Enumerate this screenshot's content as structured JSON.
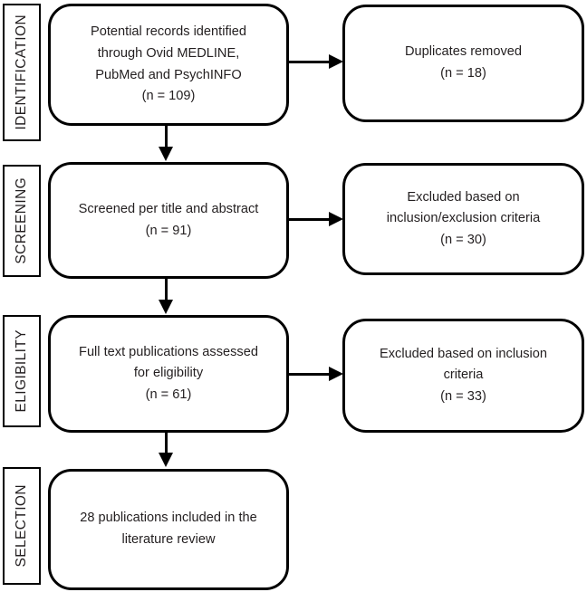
{
  "diagram": {
    "title": "PRISMA study selection flow diagram",
    "type": "flowchart",
    "colors": {
      "stroke": "#000000",
      "text": "#231f20",
      "background": "#ffffff"
    },
    "stages": [
      {
        "id": "identification",
        "label": "IDENTIFICATION"
      },
      {
        "id": "screening",
        "label": "SCREENING"
      },
      {
        "id": "eligibility",
        "label": "ELIGIBILITY"
      },
      {
        "id": "selection",
        "label": "SELECTION"
      }
    ],
    "nodes": {
      "identified": {
        "text": "Potential records identified\nthrough Ovid MEDLINE,\nPubMed and PsychINFO\n(n = 109)",
        "count": 109
      },
      "duplicates": {
        "text": "Duplicates removed\n(n = 18)",
        "count": 18
      },
      "screened": {
        "text": "Screened per title and abstract\n(n = 91)",
        "count": 91
      },
      "excluded_screening": {
        "text": "Excluded based on\ninclusion/exclusion criteria\n(n = 30)",
        "count": 30
      },
      "fulltext": {
        "text": "Full text publications assessed\nfor eligibility\n(n = 61)",
        "count": 61
      },
      "excluded_eligibility": {
        "text": "Excluded based on inclusion\ncriteria\n(n = 33)",
        "count": 33
      },
      "included": {
        "text": "28 publications included in the\nliterature review",
        "count": 28
      }
    },
    "connectors": [
      {
        "id": "identified-to-duplicates",
        "direction": "right"
      },
      {
        "id": "identified-to-screened",
        "direction": "down"
      },
      {
        "id": "screened-to-excluded",
        "direction": "right"
      },
      {
        "id": "screened-to-fulltext",
        "direction": "down"
      },
      {
        "id": "fulltext-to-excluded",
        "direction": "right"
      },
      {
        "id": "fulltext-to-included",
        "direction": "down"
      }
    ]
  }
}
